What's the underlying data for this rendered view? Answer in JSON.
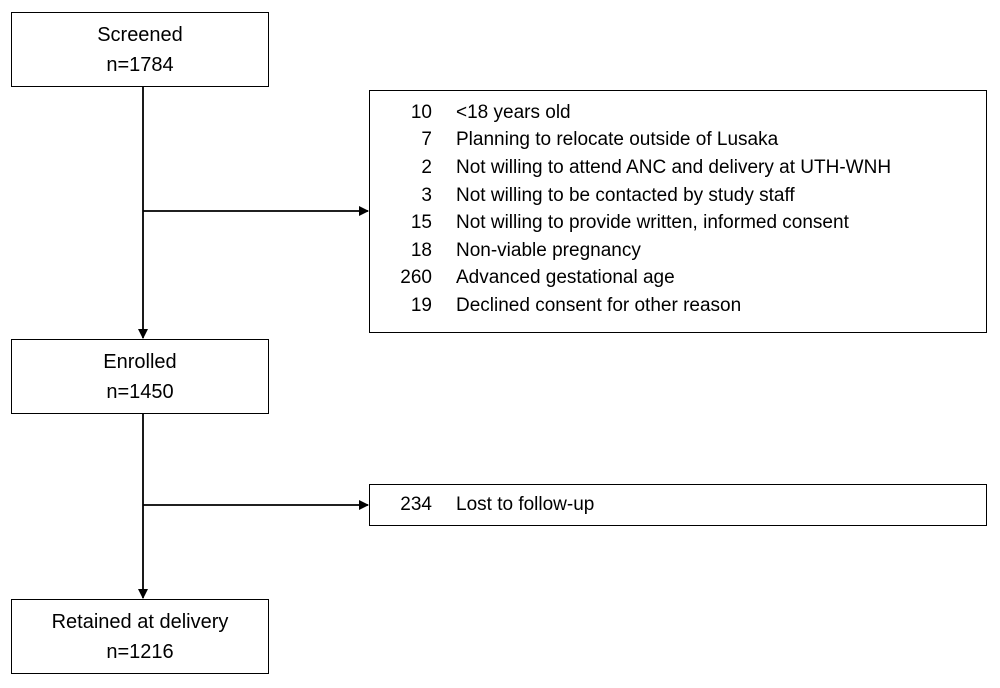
{
  "flow": {
    "screened": {
      "title": "Screened",
      "count": "n=1784"
    },
    "enrolled": {
      "title": "Enrolled",
      "count": "n=1450"
    },
    "retained": {
      "title": "Retained at delivery",
      "count": "n=1216"
    }
  },
  "exclusions": [
    {
      "count": "10",
      "label": "<18 years old"
    },
    {
      "count": "7",
      "label": "Planning to relocate outside of Lusaka"
    },
    {
      "count": "2",
      "label": "Not willing to attend ANC and delivery at UTH-WNH"
    },
    {
      "count": "3",
      "label": "Not willing to be contacted by study staff"
    },
    {
      "count": "15",
      "label": "Not willing to provide written, informed consent"
    },
    {
      "count": "18",
      "label": "Non-viable pregnancy"
    },
    {
      "count": "260",
      "label": "Advanced gestational age"
    },
    {
      "count": "19",
      "label": "Declined consent for other reason"
    }
  ],
  "losses": [
    {
      "count": "234",
      "label": "Lost to follow-up"
    }
  ],
  "colors": {
    "stroke": "#000000",
    "background": "#ffffff"
  }
}
